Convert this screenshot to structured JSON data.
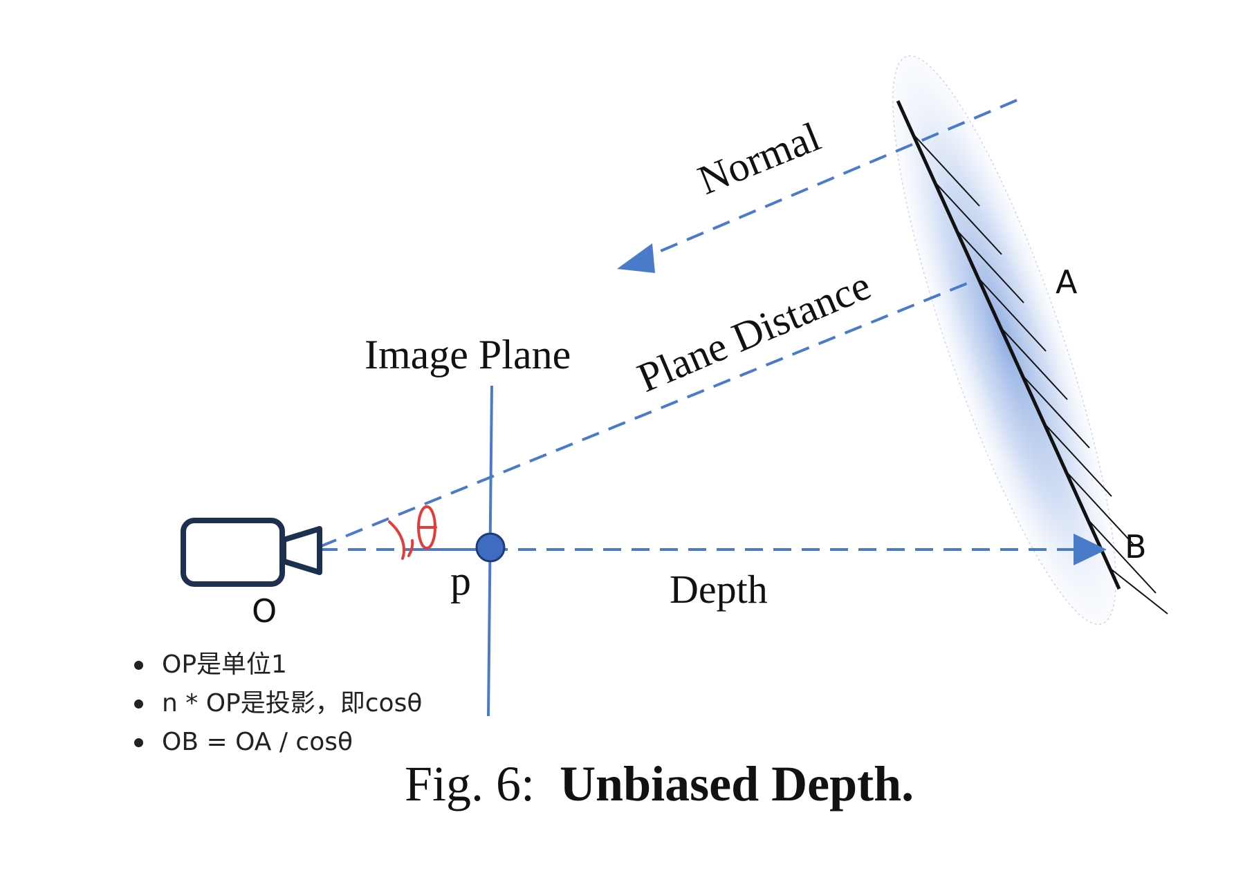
{
  "diagram": {
    "labels": {
      "normal": "Normal",
      "plane_distance": "Plane Distance",
      "image_plane": "Image Plane",
      "depth": "Depth",
      "point_p": "p",
      "origin": "O",
      "point_a": "A",
      "point_b": "B",
      "angle": "θ"
    },
    "colors": {
      "ray": "#4a7bc8",
      "camera": "#1e3050",
      "surface_glow": "#6f95d8",
      "annotation": "#e53b3b"
    },
    "icons": [
      "camera-icon"
    ]
  },
  "notes": [
    "OP是单位1",
    "n * OP是投影，即cosθ",
    "OB = OA / cosθ"
  ],
  "caption": {
    "prefix": "Fig. 6:",
    "title": "Unbiased Depth."
  }
}
